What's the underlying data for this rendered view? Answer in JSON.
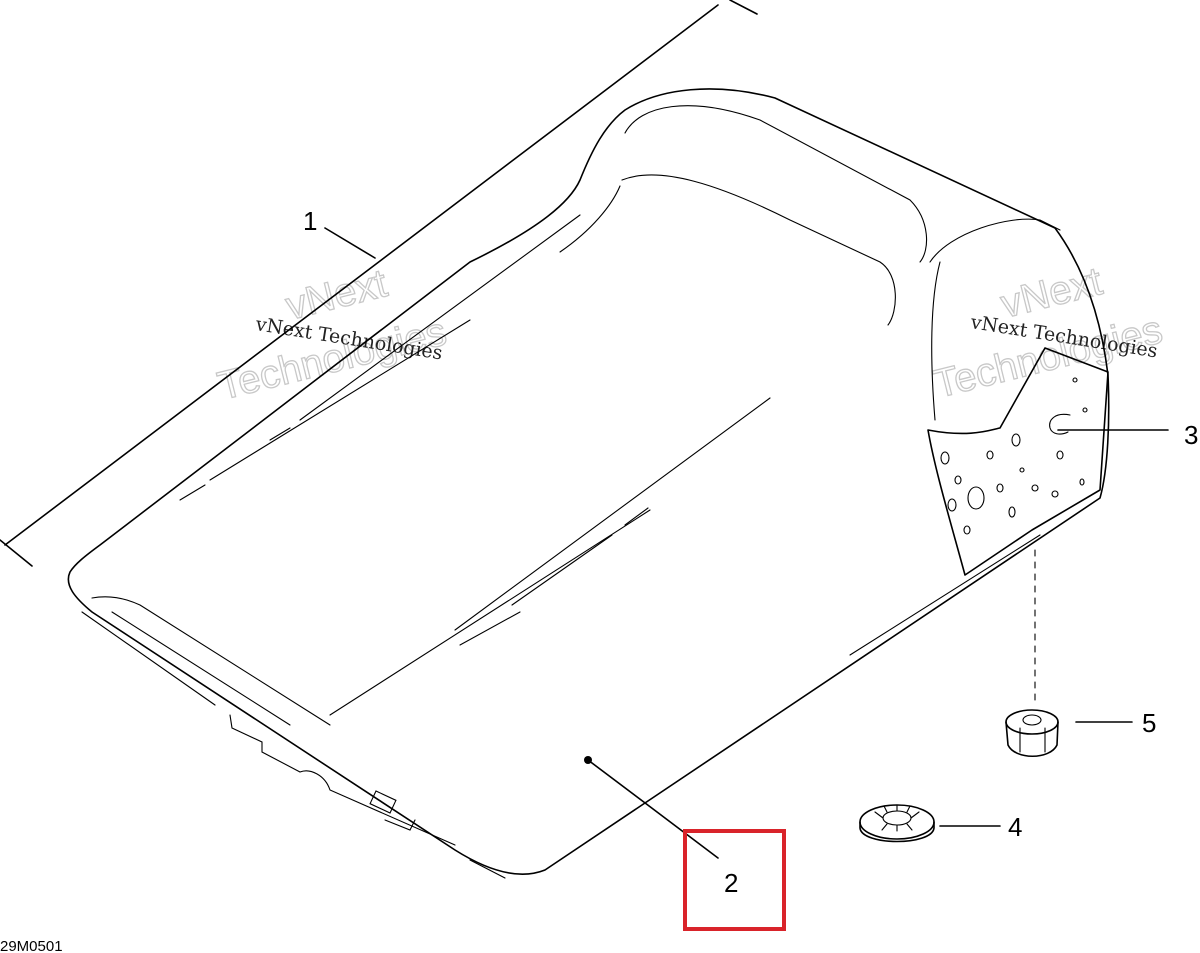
{
  "callouts": [
    {
      "id": "1",
      "label": "1"
    },
    {
      "id": "2",
      "label": "2"
    },
    {
      "id": "3",
      "label": "3"
    },
    {
      "id": "4",
      "label": "4"
    },
    {
      "id": "5",
      "label": "5"
    }
  ],
  "highlighted_callout": "2",
  "highlight_color": "#d9232a",
  "drawing_code": "29M0501",
  "watermark": {
    "line1": "vNext",
    "line2": "Technologies",
    "small": "vNext Technologies"
  }
}
